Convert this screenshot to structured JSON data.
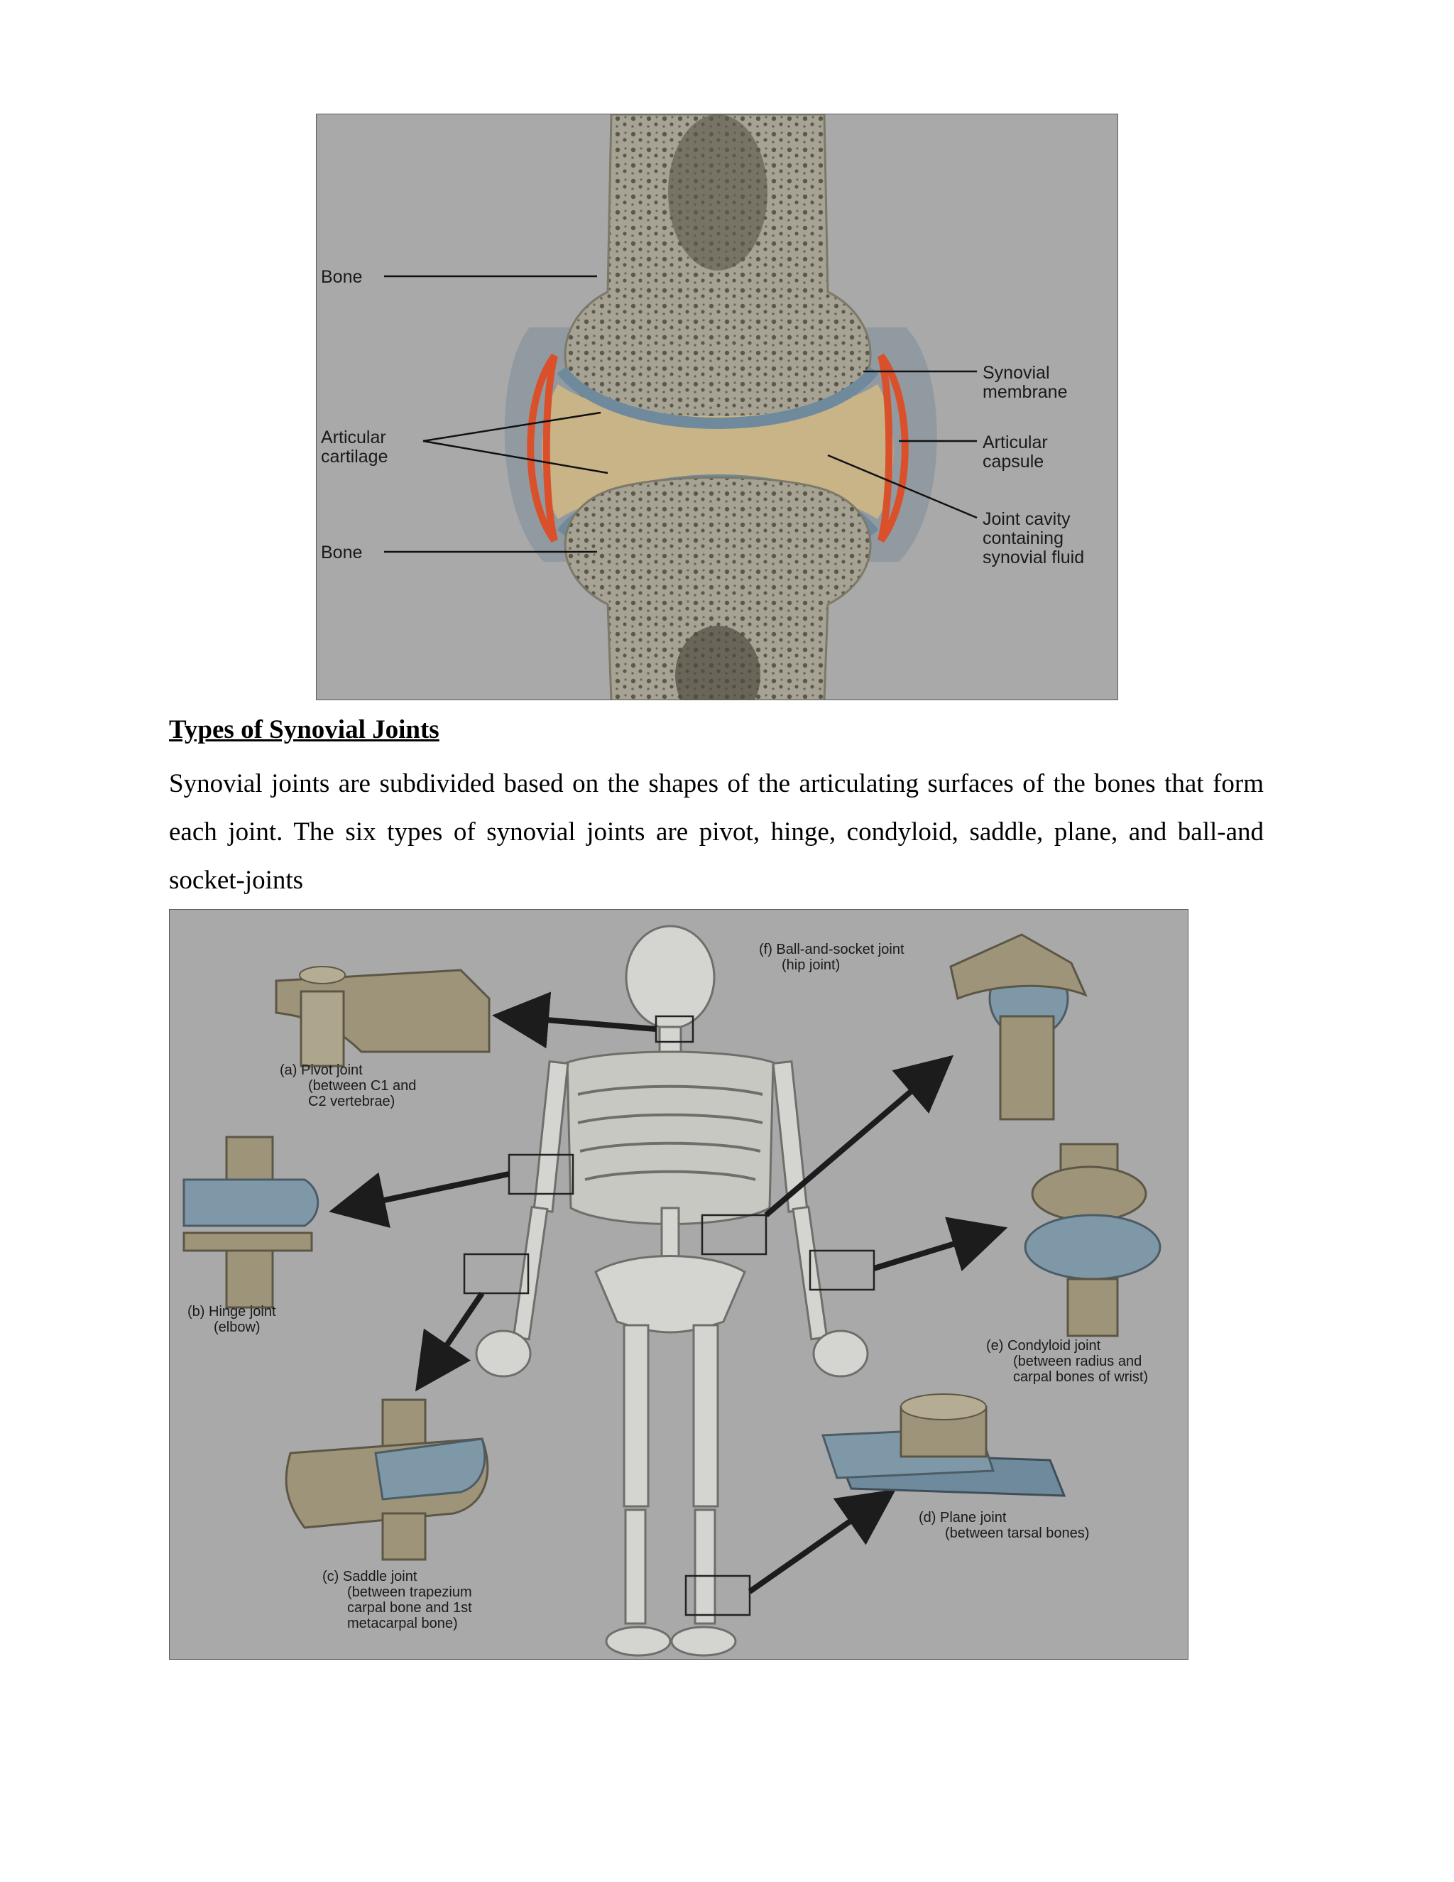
{
  "figure1": {
    "labels": {
      "bone_top": "Bone",
      "articular_cartilage": [
        "Articular",
        "cartilage"
      ],
      "bone_bottom": "Bone",
      "synovial_membrane": [
        "Synovial",
        "membrane"
      ],
      "articular_capsule": [
        "Articular",
        "capsule"
      ],
      "joint_cavity": [
        "Joint cavity",
        "containing",
        "synovial fluid"
      ]
    },
    "colors": {
      "background": "#a9a9a9",
      "bone": "#9d998a",
      "cartilage": "#6f8a9c",
      "synovial_membrane": "#d9502a",
      "fluid": "#c9b488",
      "capsule": "#8e98a0"
    }
  },
  "section": {
    "heading": "Types of Synovial Joints",
    "body": "Synovial joints are subdivided based on the shapes of the articulating surfaces of the bones that form each joint. The six types of synovial joints are pivot, hinge, condyloid, saddle, plane, and ball-and socket-joints"
  },
  "figure2": {
    "labels": {
      "pivot": [
        "(a) Pivot joint",
        "(between C1 and",
        "C2 vertebrae)"
      ],
      "hinge": [
        "(b) Hinge joint",
        "(elbow)"
      ],
      "saddle": [
        "(c) Saddle joint",
        "(between trapezium",
        "carpal bone and 1st",
        "metacarpal bone)"
      ],
      "plane": [
        "(d) Plane joint",
        "(between tarsal bones)"
      ],
      "condyloid": [
        "(e) Condyloid joint",
        "(between radius and",
        "carpal bones of wrist)"
      ],
      "ball_socket": [
        "(f) Ball-and-socket joint",
        "(hip joint)"
      ]
    },
    "colors": {
      "background": "#a3a3a3",
      "skeleton": "#d4d4d0",
      "model": "#9d947a",
      "model_blue": "#7f98a8",
      "arrow": "#1c1c1c"
    }
  }
}
